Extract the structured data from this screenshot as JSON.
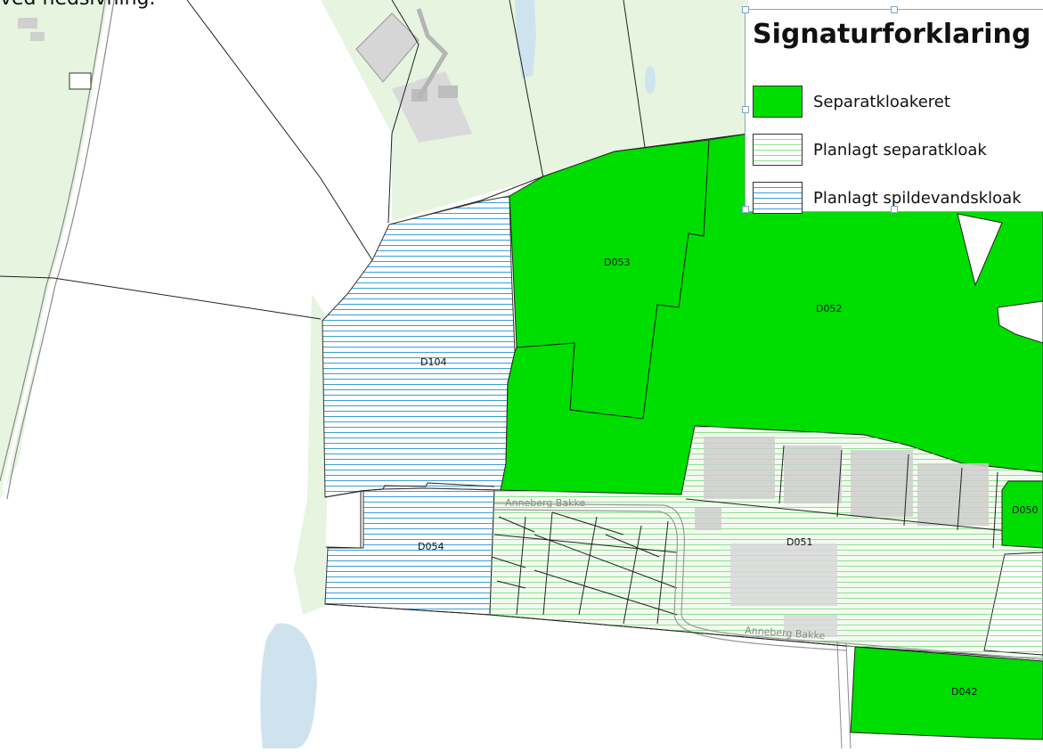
{
  "caption": "ved nedsivning.",
  "legend": {
    "title": "Signaturforklaring",
    "items": [
      {
        "label": "Separatkloakeret",
        "swatch": "solid-green",
        "color": "#00dd00"
      },
      {
        "label": "Planlagt separatkloak",
        "swatch": "green-horizontal-hatch",
        "color": "#8fe08f"
      },
      {
        "label": "Planlagt spildevandskloak",
        "swatch": "blue-horizontal-hatch",
        "color": "#3aa0d8"
      }
    ]
  },
  "areas": {
    "d053": "D053",
    "d052": "D052",
    "d104": "D104",
    "d054": "D054",
    "d051": "D051",
    "d050": "D050",
    "d042": "D042"
  },
  "roads": {
    "upper": "Anneberg Bakke",
    "lower": "Anneberg Bakke"
  },
  "colors": {
    "separatkloakeret": "#00dd00",
    "planlagt_separatkloak_hatch": "#8fe08f",
    "planlagt_spildevandskloak_hatch": "#3aa0d8",
    "background_green": "#e6f4e0",
    "water": "#cfe3ef",
    "building": "#c8c8c8"
  }
}
